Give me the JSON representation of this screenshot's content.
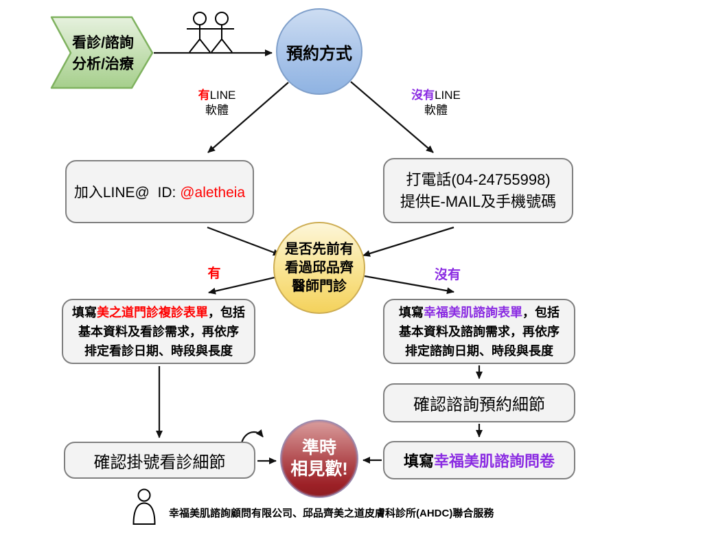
{
  "colors": {
    "red_accent": "#ff0000",
    "purple_accent": "#8a2be2",
    "chevron_green_fill": "#a6cf8c",
    "chevron_green_border": "#7fb25f",
    "booking_blue": "#8fb3e2",
    "decision_yellow": "#f4d25c",
    "meet_red": "#9c2026",
    "box_fill": "#f3f3f3",
    "box_border": "#7f7f7f",
    "arrow_black": "#111111"
  },
  "chevron": {
    "line1": "看診/諮詢",
    "line2": "分析/治療"
  },
  "booking_circle": {
    "label": "預約方式"
  },
  "branch_has_line": {
    "highlight": "有",
    "rest": "LINE",
    "line2": "軟體"
  },
  "branch_no_line": {
    "highlight": "沒有",
    "rest": "LINE",
    "line2": "軟體"
  },
  "join_line_box": {
    "prefix": "加入LINE@  ID: ",
    "id_value": "@aletheia"
  },
  "phone_box": {
    "line1": "打電話(04-24755998)",
    "line2": "提供E-MAIL及手機號碼"
  },
  "decision_circle": {
    "line1": "是否先前有",
    "line2": "看過邱品齊",
    "line3": "醫師門診"
  },
  "decision_yes": "有",
  "decision_no": "沒有",
  "revisit_form_box": {
    "prefix": "填寫",
    "highlight": "美之道門診複診表單",
    "suffix": "，包括",
    "line2": "基本資料及看診需求，再依序",
    "line3": "排定看診日期、時段與長度"
  },
  "consult_form_box": {
    "prefix": "填寫",
    "highlight": "幸福美肌諮詢表單",
    "suffix": "，包括",
    "line2": "基本資料及諮詢需求，再依序",
    "line3": "排定諮詢日期、時段與長度"
  },
  "confirm_consult_box": {
    "label": "確認諮詢預約細節"
  },
  "questionnaire_box": {
    "prefix": "填寫",
    "highlight": "幸福美肌諮詢問卷"
  },
  "confirm_visit_box": {
    "label": "確認掛號看診細節"
  },
  "meet_circle": {
    "line1": "準時",
    "line2": "相見歡!"
  },
  "footer": {
    "label": "幸福美肌諮詢顧問有限公司、邱品齊美之道皮膚科診所(AHDC)聯合服務"
  }
}
